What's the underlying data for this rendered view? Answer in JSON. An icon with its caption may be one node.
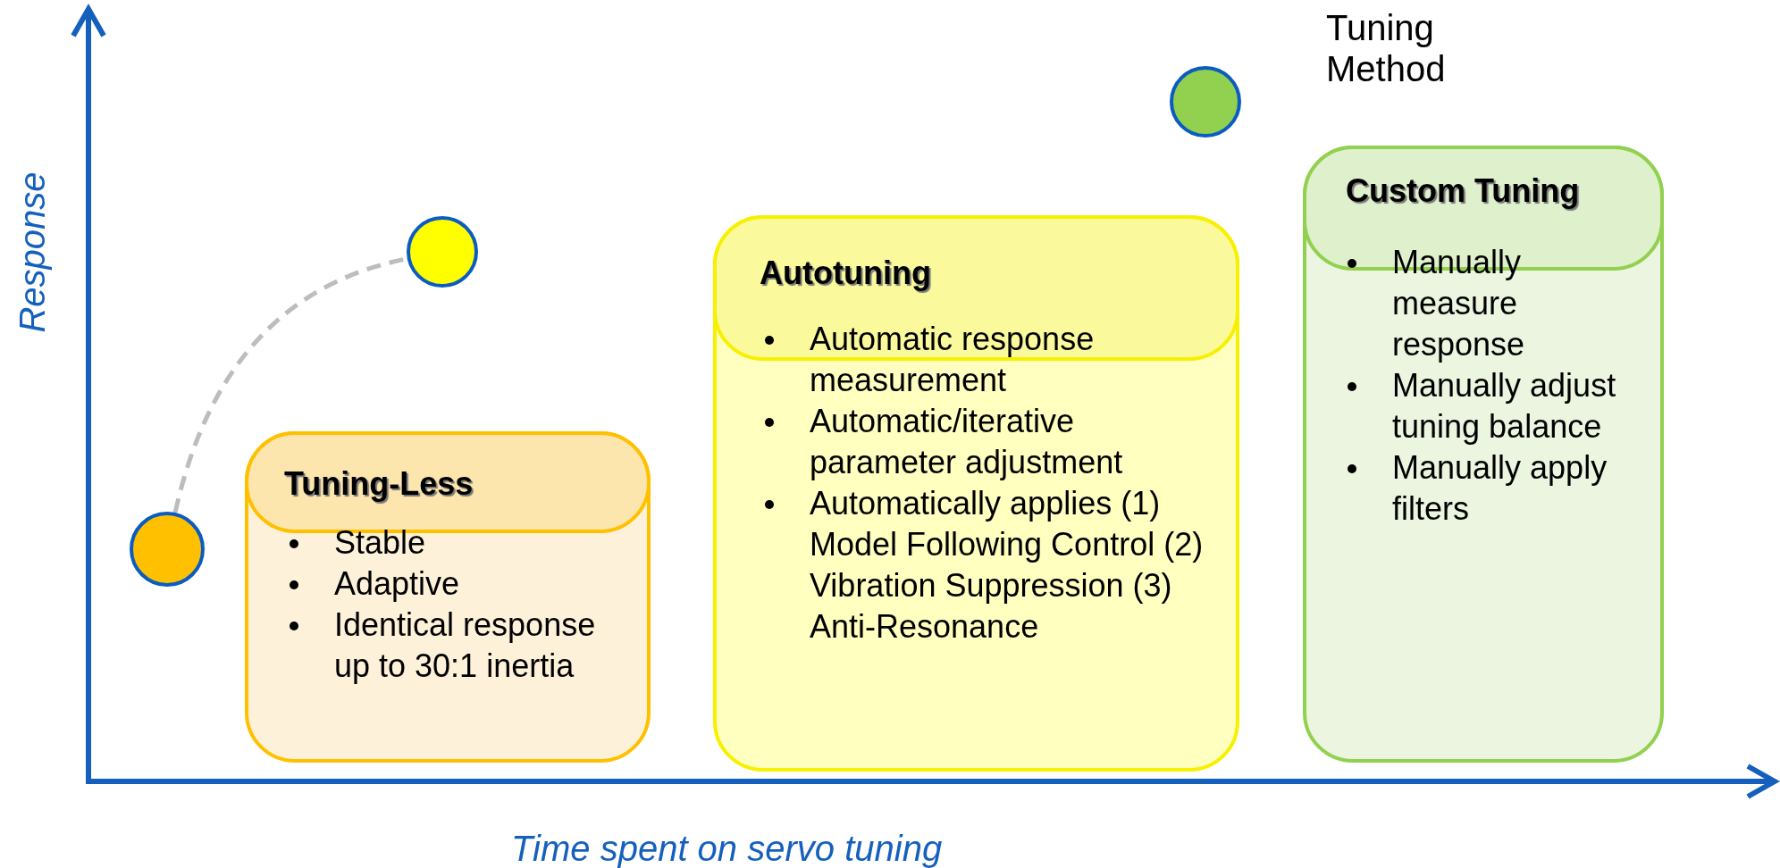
{
  "diagram": {
    "nodes": [
      {
        "text": [],
        "shape": "circle"
      },
      {
        "text": [],
        "shape": "circle"
      },
      {
        "text": [],
        "shape": "circle",
        "beside": [
          "Tuning Method"
        ]
      },
      {
        "text": [
          "Tuning-Less",
          "Stable",
          "Adaptive",
          "Identical response up to 30:1 inertia"
        ]
      },
      {
        "text": [
          "Autotuning",
          "Automatic response measurement",
          "Automatic/iterative parameter adjustment",
          "Automatically applies (1) Model Following Control (2) Vibration Suppression (3) Anti-Resonance"
        ]
      },
      {
        "text": [
          "Custom Tuning",
          "Manually measure response",
          "Manually adjust tuning balance",
          "Manually apply filters"
        ]
      }
    ],
    "edges": [
      {
        "from": 0,
        "to": 1,
        "arrow": "none",
        "style": "dashed"
      }
    ],
    "labels": [
      "Response",
      "Time spent on servo tuning"
    ]
  }
}
